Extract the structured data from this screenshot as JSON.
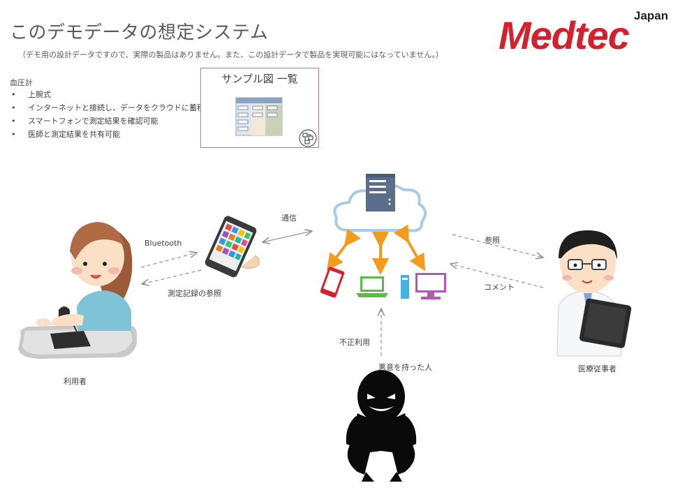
{
  "title": "このデモデータの想定システム",
  "subtitle": "（デモ用の設計データですので、実際の製品はありません。また、この設計データで製品を実現可能にはなっていません。）",
  "device": {
    "name": "血圧計",
    "features": [
      "上腕式",
      "インターネットと接続し、データをクラウドに蓄積",
      "スマートフォンで測定結果を確認可能",
      "医師と測定結果を共有可能"
    ]
  },
  "sample_card": {
    "title": "サンプル図 一覧"
  },
  "logo": {
    "main": "Medtec",
    "sub": "Japan",
    "color": "#d5202e"
  },
  "diagram": {
    "labels": {
      "bluetooth": "Bluetooth",
      "records": "測定記録の参照",
      "comm": "通信",
      "reference": "参照",
      "comment": "コメント",
      "unauthorized": "不正利用",
      "malicious": "悪意を持った人"
    },
    "actors": {
      "user": "利用者",
      "medical_staff": "医療従事者"
    }
  }
}
